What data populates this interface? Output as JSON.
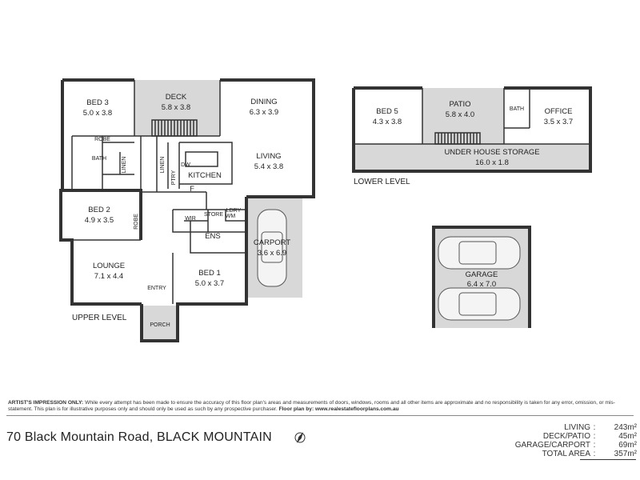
{
  "rooms": {
    "bed3": {
      "name": "BED 3",
      "dims": "5.0 x 3.8"
    },
    "deck": {
      "name": "DECK",
      "dims": "5.8 x 3.8"
    },
    "dining": {
      "name": "DINING",
      "dims": "6.3 x 3.9"
    },
    "living": {
      "name": "LIVING",
      "dims": "5.4 x 3.8"
    },
    "kitchen": {
      "name": "KITCHEN"
    },
    "robe": "ROBE",
    "robe2": "ROBE",
    "bath": "BATH",
    "bath_lower": "BATH",
    "linen": "LINEN",
    "linen2": "LINEN",
    "ptry": "PTRY",
    "f": "F",
    "dw": "DW",
    "wir": "WIR",
    "store": "STORE",
    "ldry": "LDRY",
    "wm": "WM",
    "ens": "ENS",
    "bed2": {
      "name": "BED 2",
      "dims": "4.9 x 3.5"
    },
    "carport": {
      "name": "CARPORT",
      "dims": "3.6 x 6.9"
    },
    "lounge": {
      "name": "LOUNGE",
      "dims": "7.1 x 4.4"
    },
    "bed1": {
      "name": "BED 1",
      "dims": "5.0 x 3.7"
    },
    "entry": "ENTRY",
    "porch": "PORCH",
    "bed5": {
      "name": "BED 5",
      "dims": "4.3 x 3.8"
    },
    "patio": {
      "name": "PATIO",
      "dims": "5.8 x 4.0"
    },
    "office": {
      "name": "OFFICE",
      "dims": "3.5 x 3.7"
    },
    "storage": {
      "name": "UNDER HOUSE STORAGE",
      "dims": "16.0 x 1.8"
    },
    "garage": {
      "name": "GARAGE",
      "dims": "6.4 x 7.0"
    }
  },
  "levels": {
    "upper": "UPPER LEVEL",
    "lower": "LOWER LEVEL"
  },
  "disclaimer": {
    "lead": "ARTIST'S IMPRESSION ONLY:",
    "body": " While every attempt has been made to ensure the accuracy of this floor plan's areas and measurements of doors, windows, rooms and all other items are approximate and no responsibility is taken for any error, omission, or mis-statement. This plan is for illustrative purposes only and should only be used as such by any prospective purchaser.",
    "credit_label": "Floor plan by:",
    "credit_url": "www.realestatefloorplans.com.au"
  },
  "address": "70 Black Mountain Road, BLACK MOUNTAIN",
  "areas": [
    {
      "label": "LIVING",
      "value": "243m²"
    },
    {
      "label": "DECK/PATIO",
      "value": "45m²"
    },
    {
      "label": "GARAGE/CARPORT",
      "value": "69m²"
    },
    {
      "label": "TOTAL AREA",
      "value": "357m²"
    }
  ]
}
